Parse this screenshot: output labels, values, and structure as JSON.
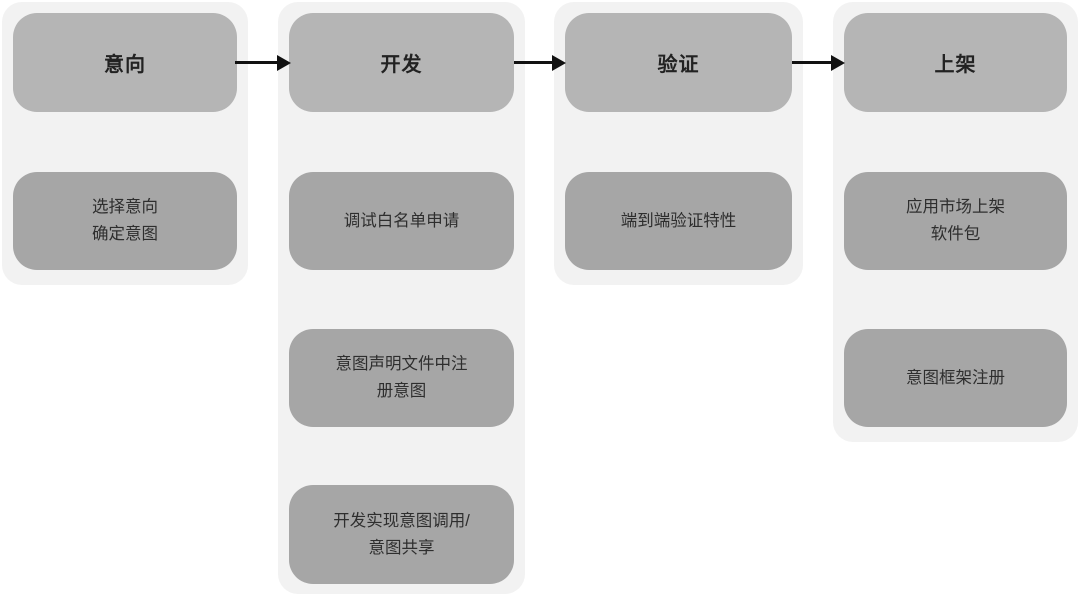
{
  "diagram": {
    "title": "intent-framework-development-flow",
    "colors": {
      "page_background": "#ffffff",
      "container_background": "#f2f2f2",
      "header_box_background": "#b5b5b5",
      "task_box_background": "#a6a6a6",
      "arrow_color": "#111111",
      "header_text_color": "#222222",
      "task_text_color": "#2e2e2e"
    },
    "columns": [
      {
        "id": "intent",
        "header": "意向",
        "tasks": [
          "选择意向\n确定意图"
        ]
      },
      {
        "id": "develop",
        "header": "开发",
        "tasks": [
          "调试白名单申请",
          "意图声明文件中注\n册意图",
          "开发实现意图调用/\n意图共享"
        ]
      },
      {
        "id": "verify",
        "header": "验证",
        "tasks": [
          "端到端验证特性"
        ]
      },
      {
        "id": "release",
        "header": "上架",
        "tasks": [
          "应用市场上架\n软件包",
          "意图框架注册"
        ]
      }
    ],
    "arrows": [
      {
        "from": "意向",
        "to": "开发"
      },
      {
        "from": "开发",
        "to": "验证"
      },
      {
        "from": "验证",
        "to": "上架"
      }
    ]
  }
}
